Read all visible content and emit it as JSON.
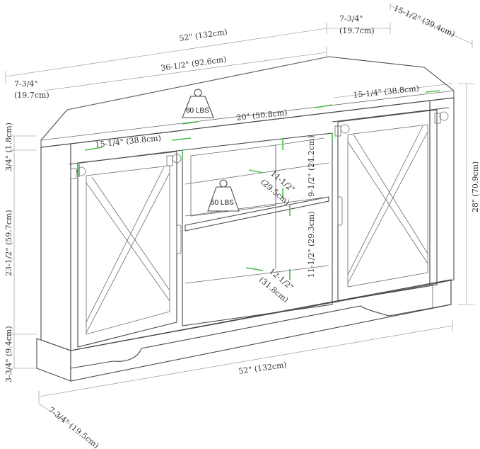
{
  "dimensions": {
    "top_width": "52\" (132cm)",
    "corner_front": "7-3/4\"",
    "corner_front_cm": "(19.7cm)",
    "corner_side": "15-1/2\" (39.4cm)",
    "back_width": "36-1/2\" (92.6cm)",
    "left_corner": "7-3/4\"",
    "left_corner_cm": "(19.7cm)",
    "right_door": "15-1/4\" (38.8cm)",
    "center_width": "20\" (50.8cm)",
    "left_door": "15-1/4\" (38.8cm)",
    "top_thickness": "3/4\" (1.8cm)",
    "upper_shelf": "9-1/2\" (24.2cm)",
    "shelf_depth_upper": "11-1/2\"",
    "shelf_depth_upper_cm": "(29.5cm)",
    "door_height": "23-1/2\" (59.7cm)",
    "lower_shelf": "11-1/2\" (29.3cm)",
    "shelf_depth_lower": "12-1/2\"",
    "shelf_depth_lower_cm": "(31.8cm)",
    "total_height": "28\" (70.9cm)",
    "base_height": "3-3/4\" (9.4cm)",
    "bottom_width": "52\" (132cm)",
    "base_corner": "7-3/4\" (19.5cm)"
  },
  "weights": {
    "top": "80 LBS",
    "shelf": "50 LBS"
  },
  "icons": [
    "weight-icon"
  ],
  "colors": {
    "dimension_arrows": "#48c048",
    "outline": "#4a4a4a"
  }
}
